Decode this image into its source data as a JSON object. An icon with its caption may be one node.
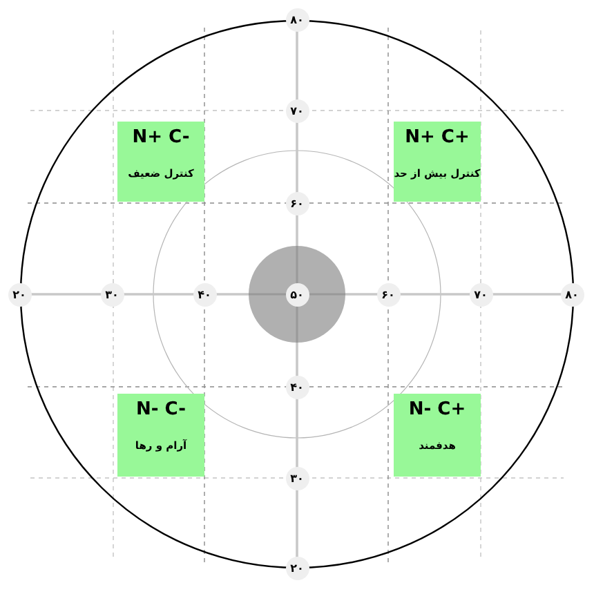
{
  "diagram": {
    "nodes": [
      {
        "text": [
          "N+ C-",
          "کنترل ضعیف"
        ]
      },
      {
        "text": [
          "N+ C+",
          "کنترل بیش از حد"
        ]
      },
      {
        "text": [
          "N- C-",
          "آرام و رها"
        ]
      },
      {
        "text": [
          "N- C+",
          "هدفمند"
        ]
      }
    ],
    "labels": [
      "۸۰",
      "۷۰",
      "۶۰",
      "۲۰",
      "۳۰",
      "۴۰",
      "۵۰",
      "۶۰",
      "۷۰",
      "۸۰",
      "۴۰",
      "۳۰",
      "۲۰"
    ]
  }
}
